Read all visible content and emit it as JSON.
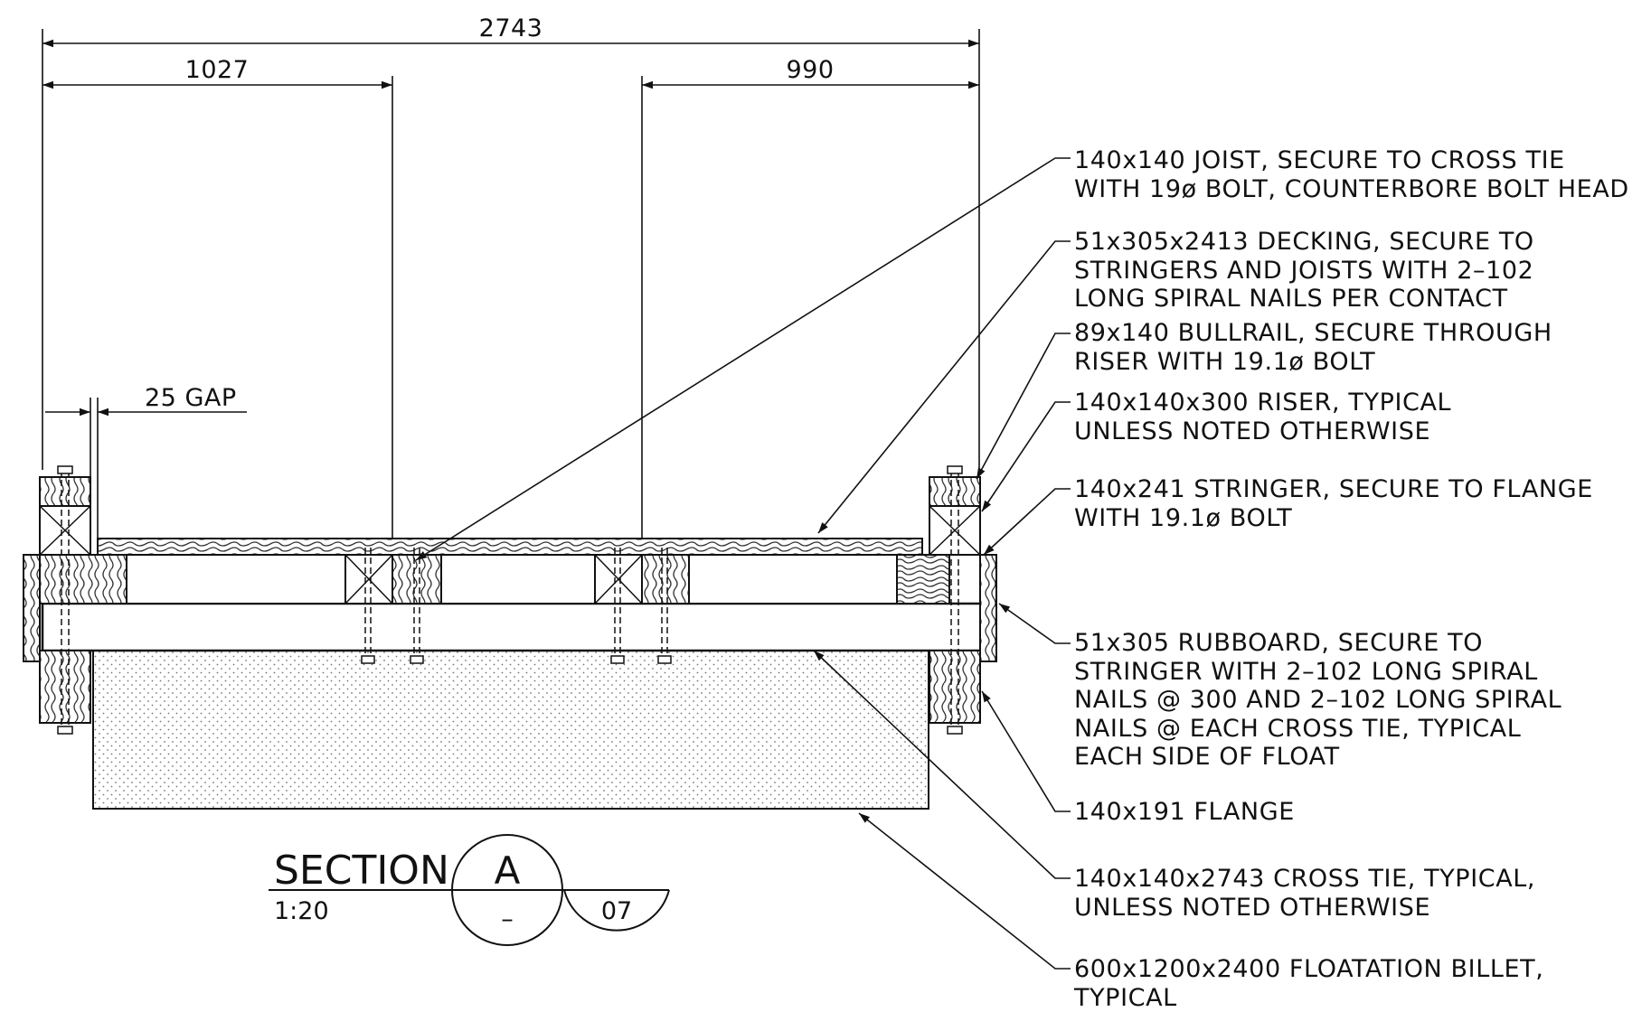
{
  "dimensions": {
    "overall": "2743",
    "left": "1027",
    "right": "990",
    "gap": "25 GAP"
  },
  "section": {
    "word": "SECTION",
    "letter": "A",
    "scale": "1:20",
    "ref_left": "–",
    "ref_sheet": "07"
  },
  "notes": [
    {
      "lines": [
        "140x140 JOIST, SECURE TO CROSS TIE",
        "WITH 19ø BOLT, COUNTERBORE BOLT HEAD"
      ]
    },
    {
      "lines": [
        "51x305x2413 DECKING, SECURE TO",
        "STRINGERS AND JOISTS WITH 2–102",
        "LONG SPIRAL NAILS PER CONTACT"
      ]
    },
    {
      "lines": [
        "89x140 BULLRAIL, SECURE THROUGH",
        "RISER WITH 19.1ø BOLT"
      ]
    },
    {
      "lines": [
        "140x140x300 RISER, TYPICAL",
        "UNLESS NOTED OTHERWISE"
      ]
    },
    {
      "lines": [
        "140x241 STRINGER, SECURE TO FLANGE",
        "WITH 19.1ø BOLT"
      ]
    },
    {
      "lines": [
        "51x305 RUBBOARD, SECURE TO",
        "STRINGER WITH 2–102 LONG SPIRAL",
        "NAILS @ 300 AND 2–102 LONG SPIRAL",
        "NAILS @ EACH CROSS TIE, TYPICAL",
        "EACH SIDE OF FLOAT"
      ]
    },
    {
      "lines": [
        "140x191 FLANGE"
      ]
    },
    {
      "lines": [
        "140x140x2743 CROSS TIE, TYPICAL,",
        "UNLESS NOTED OTHERWISE"
      ]
    },
    {
      "lines": [
        "600x1200x2400 FLOATATION BILLET,",
        "TYPICAL"
      ]
    }
  ]
}
